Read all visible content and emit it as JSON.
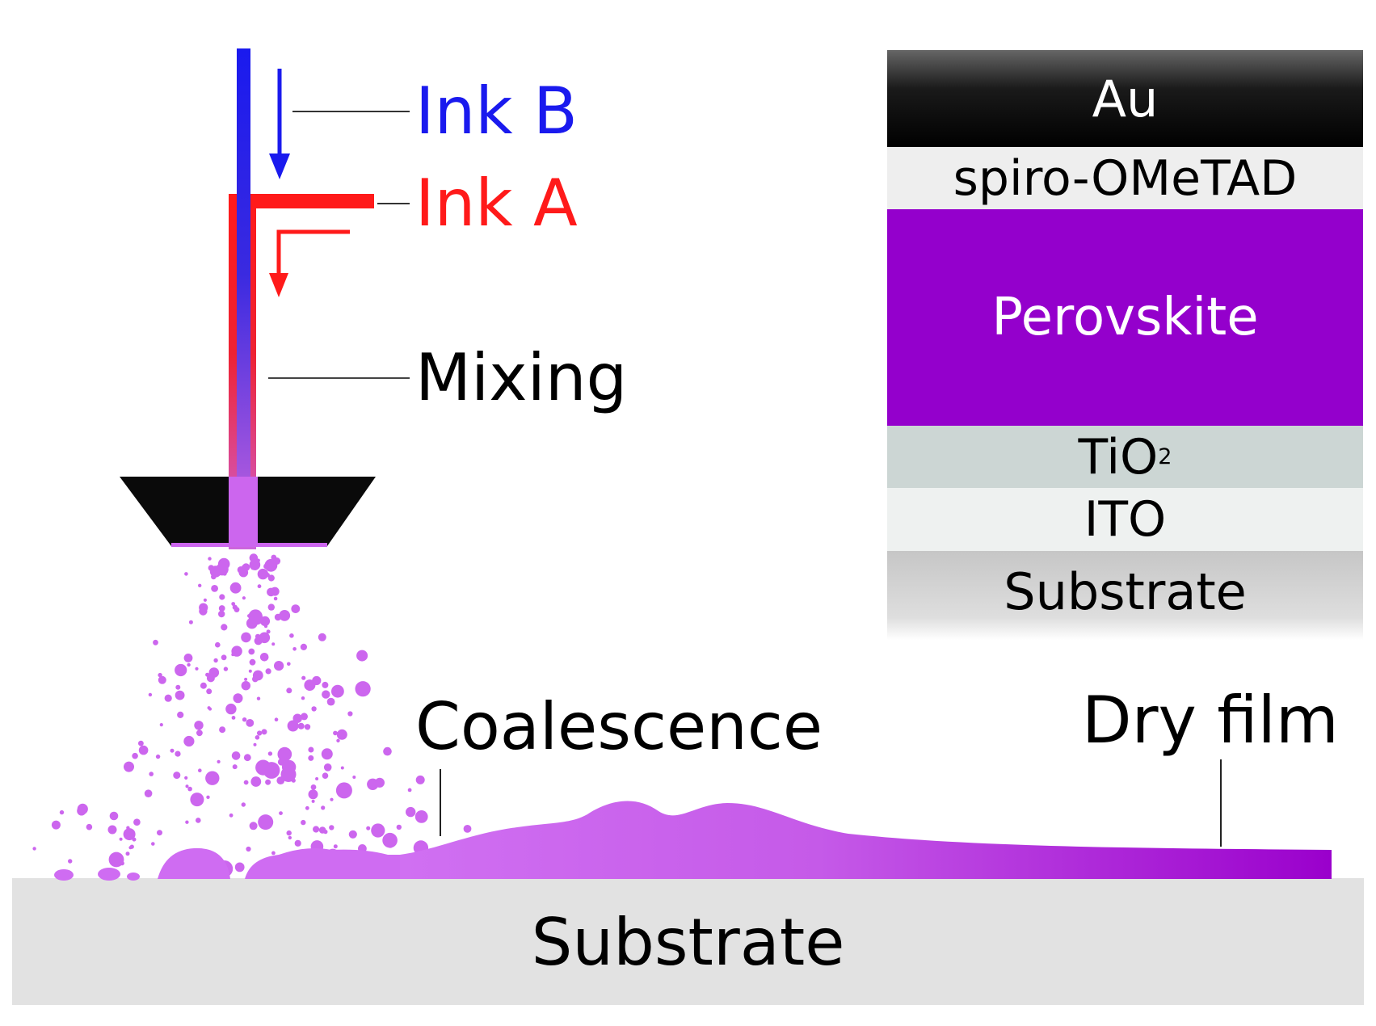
{
  "labels": {
    "ink_b": "Ink B",
    "ink_a": "Ink A",
    "mixing": "Mixing",
    "coalescence": "Coalescence",
    "dry_film": "Dry film",
    "substrate": "Substrate"
  },
  "stack": {
    "au": "Au",
    "spiro": "spiro-OMeTAD",
    "perovskite": "Perovskite",
    "tio2_base": "TiO",
    "tio2_sub": "2",
    "ito": "ITO",
    "substrate": "Substrate"
  },
  "colors": {
    "ink_a": "#ff1a1a",
    "ink_b": "#1a1aee",
    "mixed": "#cc66ee",
    "perovskite": "#9400cc",
    "nozzle": "#111111",
    "substrate": "#e2e2e2"
  }
}
